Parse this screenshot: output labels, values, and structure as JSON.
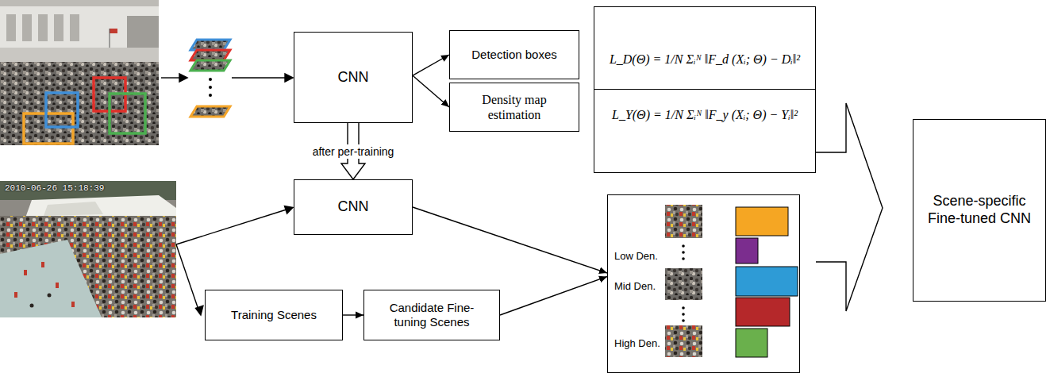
{
  "diagram": {
    "nodes": [
      {
        "text": [
          "CNN"
        ]
      },
      {
        "text": [
          "Detection boxes"
        ]
      },
      {
        "text": [
          "Density map estimation"
        ]
      },
      {
        "text": [
          "L_D(Θ) = 1/N Σᵢᴺ ‖F_d (Xᵢ; Θ) − Dᵢ‖²"
        ]
      },
      {
        "text": [
          "L_Y(Θ) = 1/N Σᵢᴺ ‖F_y (Xᵢ; Θ) − Yᵢ‖²"
        ]
      },
      {
        "text": [
          "CNN"
        ]
      },
      {
        "text": [
          "Training Scenes"
        ]
      },
      {
        "text": [
          "Candidate Fine- tuning Scenes"
        ]
      },
      {
        "text": [
          "Low Den.",
          "Mid Den.",
          "High Den."
        ]
      },
      {
        "text": [
          "Scene-specific Fine-tuned CNN"
        ]
      }
    ],
    "edges": [
      {
        "from": 0,
        "to": 1,
        "arrow": "to"
      },
      {
        "from": 0,
        "to": 2,
        "arrow": "to"
      },
      {
        "from": 0,
        "to": 5,
        "label": "after per-training",
        "arrow": "to"
      },
      {
        "from": 5,
        "to": 8,
        "arrow": "to"
      },
      {
        "from": 6,
        "to": 7,
        "arrow": "to"
      },
      {
        "from": 7,
        "to": 8,
        "arrow": "to"
      }
    ],
    "labels": [
      "2010-06-26 15:18:39"
    ]
  }
}
